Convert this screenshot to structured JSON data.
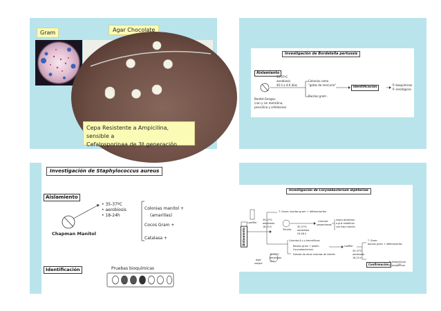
{
  "slide1": {
    "gram_label": "Gram",
    "agar_label": "Agar Chocolate",
    "caption_line1": "Cepa Resistente a Ampicilina, sensible a",
    "caption_line2": "Cefalosporinaa de 3ª generación"
  },
  "slide2": {
    "title": "Investigación de Bordetella pertussis",
    "aislamiento": "Aislamiento",
    "conditions": [
      "35-37ºC",
      "aerobiosis",
      "40 h a 4-6 días"
    ],
    "colonias": [
      "Colonias como",
      "\"gotas de mercurio\""
    ],
    "bacilos": "Bacilos gram -",
    "identificacion": "Identificación",
    "results": [
      "P. bioquímicas",
      "P. serológicas"
    ],
    "medium": [
      "Bordet-Gengou",
      "(con y sin meticilina,",
      "penicilina y cefalexina)"
    ]
  },
  "slide3": {
    "title": "Investigación de Staphylococcus aureus",
    "aislamiento": "Aislamiento",
    "conditions": [
      "35-37ºC",
      "aerobiosis",
      "18-24h"
    ],
    "colonias": [
      "Colonias manitol +",
      "(amarillas)"
    ],
    "cocos": "Cocos Gram +",
    "catalasa": "Catalasa +",
    "medium": "Chapman Manitol",
    "identificacion": "Identificación",
    "pruebas": "Pruebas bioquímicas"
  },
  "slide4": {
    "title": "Investigación de Corynebacterium diphteriae",
    "aislamiento": "Aislamiento",
    "tgram_top": "T. Gram: bacilos gram + difteromorfos",
    "loeffler": "Loeffler",
    "cond1": [
      "35-37ºC",
      "aerobiosis",
      "18-24 h"
    ],
    "cond2": [
      "35-37ºC",
      "aerobiosis",
      "24-48 h"
    ],
    "telurito": "Telurito",
    "colonias_sosp": [
      "Colonias",
      "sospechosas"
    ],
    "colonias_desc": [
      "negro grisáceas",
      "o gris metálicas",
      "con halo marrón"
    ],
    "hemoliticas": "Colonias β y γ-hemolíticas",
    "bacilos": [
      "Bacilos gram + pleóm",
      "Corynebacterium"
    ],
    "estudio": "Estudio de otras colonias de interés",
    "agar_sangre": [
      "Agar",
      "sangre"
    ],
    "cond3": [
      "35-37ºC",
      "aerobiosis",
      "24 h"
    ],
    "loeffler2": "Loeffler",
    "tgram_right": [
      "T. Gram:",
      "bacilos gram + difteromorfos"
    ],
    "cond4": [
      "35-37ºC",
      "aerobiosis",
      "18-24 h"
    ],
    "confirmacion": "Confirmación",
    "results": [
      "P. bioquímicas",
      "P. toxigénicas"
    ]
  }
}
